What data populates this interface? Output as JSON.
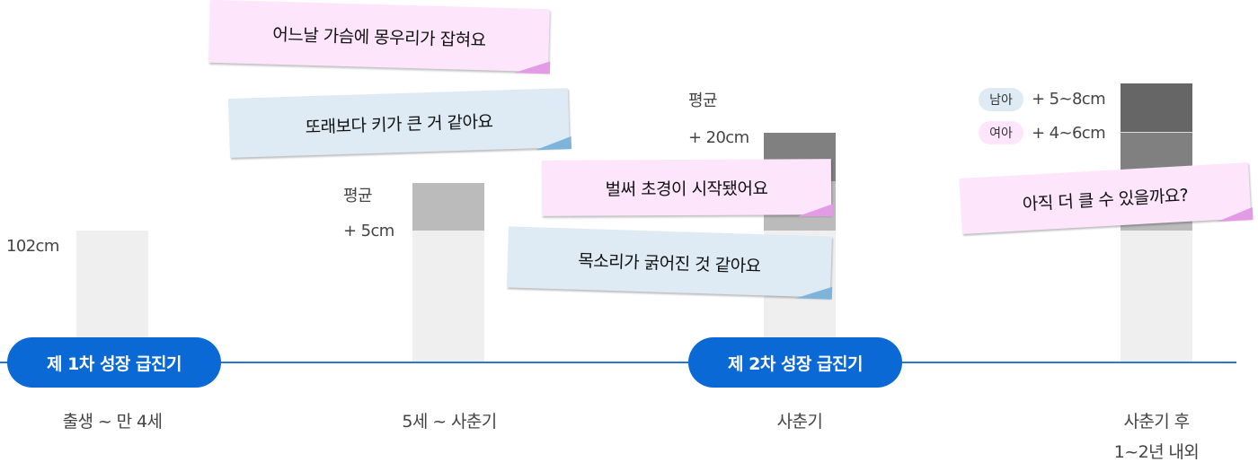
{
  "chart_data": {
    "type": "bar",
    "title": "",
    "categories": [
      "출생 ~ 만 4세",
      "5세 ~ 사춘기",
      "사춘기",
      "사춘기 후 1~2년 내외"
    ],
    "bars": [
      {
        "stage": "출생 ~ 만 4세",
        "base_label": "102cm",
        "segments": []
      },
      {
        "stage": "5세 ~ 사춘기",
        "segments": [
          {
            "name": "평균",
            "label": "+ 5cm"
          }
        ]
      },
      {
        "stage": "사춘기",
        "segments": [
          {
            "name": "평균",
            "label": "+ 5cm"
          },
          {
            "name": "평균",
            "label": "+ 20cm"
          }
        ]
      },
      {
        "stage": "사춘기 후 1~2년 내외",
        "segments": [
          {
            "name": "평균",
            "label": "+ 5cm"
          },
          {
            "name": "평균",
            "label": "+ 20cm"
          },
          {
            "name": "여아",
            "label": "+ 4~6cm"
          },
          {
            "name": "남아",
            "label": "+ 5~8cm"
          }
        ]
      }
    ],
    "colors": {
      "base": "#efefef",
      "seg1": "#bbbbbb",
      "seg2": "#808080",
      "seg3": "#666666"
    }
  },
  "labels": {
    "base_height": "102cm",
    "avg_word": "평균",
    "stage2_gain": "+ 5cm",
    "stage3_gain": "+ 20cm",
    "boy_badge": "남아",
    "boy_gain": "+ 5~8cm",
    "girl_badge": "여아",
    "girl_gain": "+ 4~6cm"
  },
  "timeline": {
    "pill1": "제 1차 성장 급진기",
    "pill2": "제 2차 성장 급진기",
    "color": "#0a69d4"
  },
  "stages": {
    "s1": "출생 ~ 만 4세",
    "s2": "5세 ~ 사춘기",
    "s3": "사춘기",
    "s4_line1": "사춘기 후",
    "s4_line2": "1~2년 내외"
  },
  "notes": {
    "n1": "어느날 가슴에 몽우리가 잡혀요",
    "n2": "또래보다 키가 큰 거 같아요",
    "n3": "벌써 초경이 시작됐어요",
    "n4": "목소리가 굵어진 것 같아요",
    "n5": "아직 더 클 수 있을까요?"
  }
}
